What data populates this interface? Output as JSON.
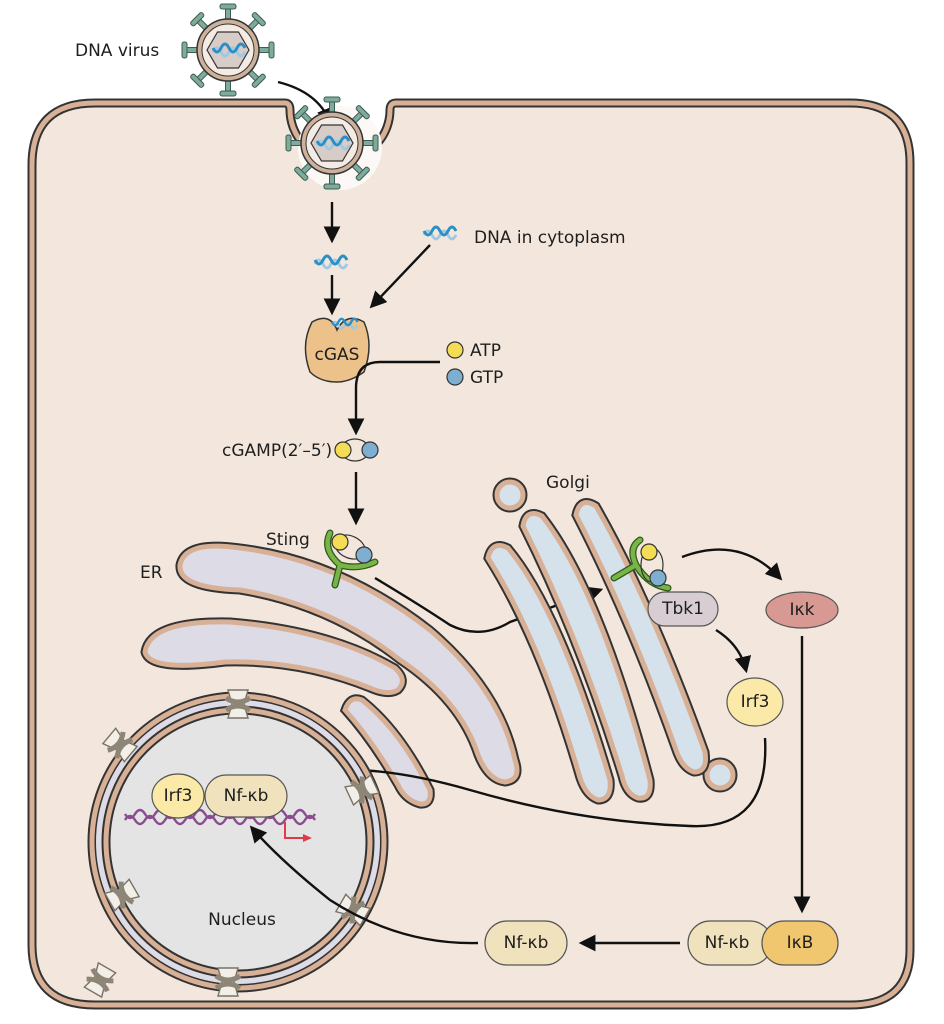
{
  "title": "cGAS-STING DNA sensing pathway",
  "colors": {
    "cytoplasm": "#f3e7dd",
    "membrane": "#d7b096",
    "er_lumen": "#dcdbe6",
    "golgi_lumen": "#d5e2ec",
    "nucleus": "#e4e4e4",
    "cgas": "#edc28a",
    "atp": "#f5dc55",
    "gtp": "#7eaed0",
    "sting": "#78b448",
    "tbk1": "#d8cdd3",
    "ikk": "#d89993",
    "irf3": "#fbe9a7",
    "nfkb": "#f0e2bd",
    "ikb": "#f0c66f",
    "dna_viral": "#2a8fc6",
    "dna_nuclear": "#8a4c8f",
    "transcription": "#e03a4a",
    "virus_spike": "#7fab9a"
  },
  "labels": {
    "dna_virus": "DNA virus",
    "dna_in_cytoplasm": "DNA in cytoplasm",
    "cgas": "cGAS",
    "atp": "ATP",
    "gtp": "GTP",
    "cgamp": "cGAMP(2′–5′)",
    "sting": "Sting",
    "er": "ER",
    "golgi": "Golgi",
    "tbk1": "Tbk1",
    "ikk": "Iκk",
    "irf3_cyto": "Irf3",
    "irf3_nuc": "Irf3",
    "nfkb_nuc": "Nf-κb",
    "nfkb_free": "Nf-κb",
    "nfkb_complex": "Nf-κb",
    "ikb": "IκB",
    "nucleus": "Nucleus"
  }
}
